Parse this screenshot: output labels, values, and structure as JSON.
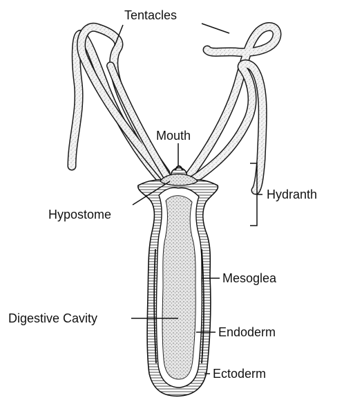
{
  "labels": {
    "tentacles": "Tentacles",
    "mouth": "Mouth",
    "hydranth": "Hydranth",
    "hypostome": "Hypostome",
    "mesoglea": "Mesoglea",
    "digestive_cavity": "Digestive Cavity",
    "endoderm": "Endoderm",
    "ectoderm": "Ectoderm"
  },
  "colors": {
    "ink": "#111111",
    "stipple": "#9a9a9a",
    "body_fill": "#eeeeee",
    "tentacle_fill": "#f4f4f4"
  }
}
